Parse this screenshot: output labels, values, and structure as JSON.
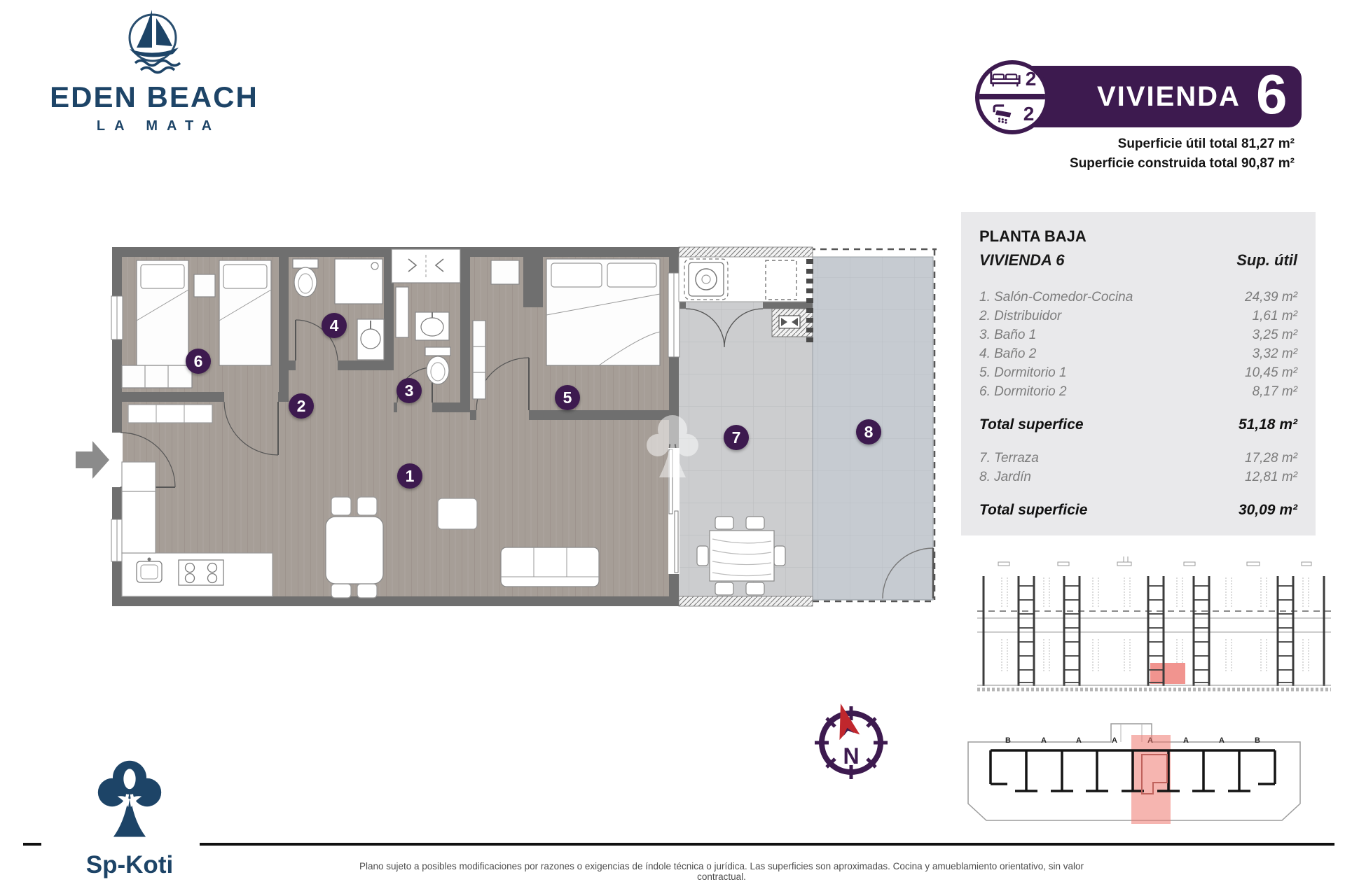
{
  "brand": {
    "name": "EDEN BEACH",
    "subtitle": "LA MATA"
  },
  "badge": {
    "title": "VIVIENDA",
    "number": "6",
    "bedrooms": "2",
    "bathrooms": "2"
  },
  "summary": {
    "line1": "Superficie útil total 81,27 m²",
    "line2": "Superficie construida total 90,87 m²"
  },
  "table": {
    "floor": "PLANTA BAJA",
    "unit": "VIVIENDA 6",
    "column": "Sup. útil",
    "rooms": [
      {
        "label": "1. Salón-Comedor-Cocina",
        "value": "24,39 m²"
      },
      {
        "label": "2. Distribuidor",
        "value": "1,61 m²"
      },
      {
        "label": "3. Baño 1",
        "value": "3,25 m²"
      },
      {
        "label": "4. Baño 2",
        "value": "3,32 m²"
      },
      {
        "label": "5. Dormitorio 1",
        "value": "10,45 m²"
      },
      {
        "label": "6. Dormitorio 2",
        "value": "8,17 m²"
      }
    ],
    "total1": {
      "label": "Total superfice",
      "value": "51,18 m²"
    },
    "outdoor": [
      {
        "label": "7. Terraza",
        "value": "17,28 m²"
      },
      {
        "label": "8. Jardín",
        "value": "12,81 m²"
      }
    ],
    "total2": {
      "label": "Total superficie",
      "value": "30,09 m²"
    }
  },
  "plan": {
    "markers": [
      "1",
      "2",
      "3",
      "4",
      "5",
      "6",
      "7",
      "8"
    ]
  },
  "compass": {
    "label": "N"
  },
  "siteplan": {
    "letters": [
      "B",
      "A",
      "A",
      "A",
      "A",
      "A",
      "A",
      "B"
    ]
  },
  "footer": {
    "logo": "Sp-Koti",
    "disclaimer": "Plano sujeto a posibles modificaciones por razones o exigencias de índole técnica o jurídica. Las superficies son aproximadas. Cocina y amueblamiento orientativo, sin valor contractual."
  },
  "colors": {
    "purple": "#3d1a4f",
    "navy": "#1d4467",
    "wall": "#6f6f6f",
    "floor": "#a69e97",
    "highlight": "#f1948f",
    "compass_red": "#c0272d"
  }
}
